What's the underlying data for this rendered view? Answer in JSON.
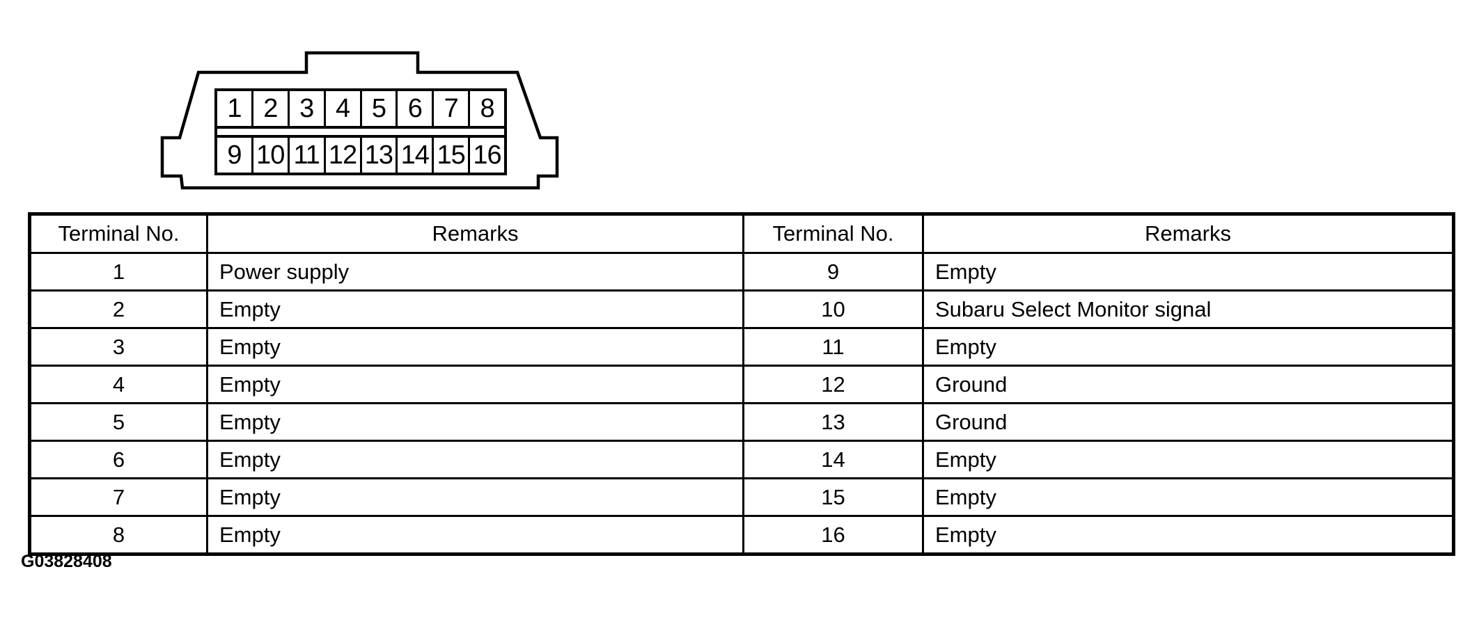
{
  "page": {
    "background_color": "#ffffff",
    "ink_color": "#000000"
  },
  "connector": {
    "pins_top": [
      "1",
      "2",
      "3",
      "4",
      "5",
      "6",
      "7",
      "8"
    ],
    "pins_bottom": [
      "9",
      "10",
      "11",
      "12",
      "13",
      "14",
      "15",
      "16"
    ]
  },
  "pin_table": {
    "left_headers": {
      "terminal": "Terminal No.",
      "remarks": "Remarks"
    },
    "right_headers": {
      "terminal": "Terminal No.",
      "remarks": "Remarks"
    },
    "rows": [
      {
        "t_left": "1",
        "r_left": "Power supply",
        "t_right": "9",
        "r_right": "Empty"
      },
      {
        "t_left": "2",
        "r_left": "Empty",
        "t_right": "10",
        "r_right": "Subaru Select Monitor signal"
      },
      {
        "t_left": "3",
        "r_left": "Empty",
        "t_right": "11",
        "r_right": "Empty"
      },
      {
        "t_left": "4",
        "r_left": "Empty",
        "t_right": "12",
        "r_right": "Ground"
      },
      {
        "t_left": "5",
        "r_left": "Empty",
        "t_right": "13",
        "r_right": "Ground"
      },
      {
        "t_left": "6",
        "r_left": "Empty",
        "t_right": "14",
        "r_right": "Empty"
      },
      {
        "t_left": "7",
        "r_left": "Empty",
        "t_right": "15",
        "r_right": "Empty"
      },
      {
        "t_left": "8",
        "r_left": "Empty",
        "t_right": "16",
        "r_right": "Empty"
      }
    ]
  },
  "footer": {
    "figure_id": "G03828408"
  }
}
